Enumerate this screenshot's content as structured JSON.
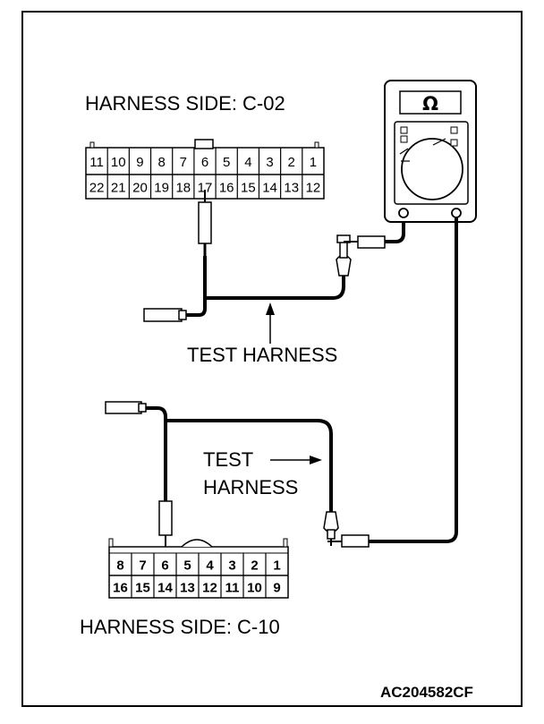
{
  "connector_c02": {
    "label": "HARNESS SIDE: C-02",
    "top_pins": [
      "11",
      "10",
      "9",
      "8",
      "7",
      "6",
      "5",
      "4",
      "3",
      "2",
      "1"
    ],
    "bottom_pins": [
      "22",
      "21",
      "20",
      "19",
      "18",
      "17",
      "16",
      "15",
      "14",
      "13",
      "12"
    ]
  },
  "connector_c10": {
    "label": "HARNESS SIDE: C-10",
    "top_pins": [
      "8",
      "7",
      "6",
      "5",
      "4",
      "3",
      "2",
      "1"
    ],
    "bottom_pins": [
      "16",
      "15",
      "14",
      "13",
      "12",
      "11",
      "10",
      "9"
    ]
  },
  "meter": {
    "symbol": "Ω"
  },
  "labels": {
    "test_harness_upper": "TEST HARNESS",
    "test_harness_lower_line1": "TEST",
    "test_harness_lower_line2": "HARNESS",
    "figure_code": "AC204582CF"
  }
}
